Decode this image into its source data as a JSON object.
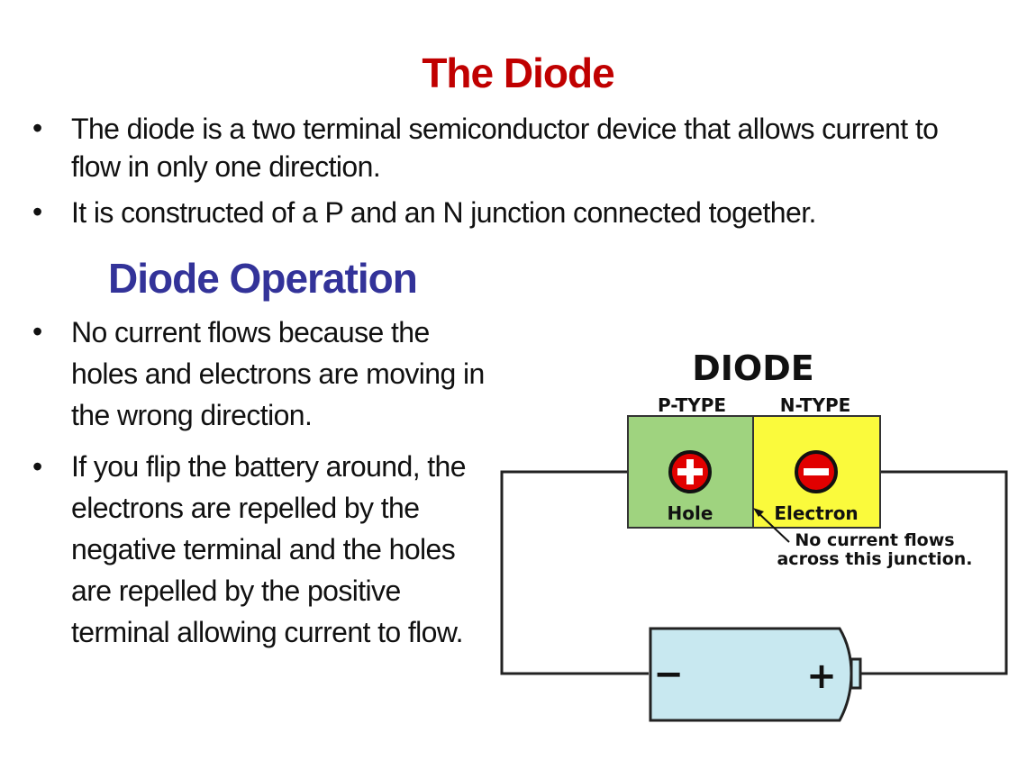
{
  "title": "The Diode",
  "intro": {
    "bullets": [
      [
        "The diode is a two terminal semiconductor device that allows current to",
        "flow in only one direction."
      ],
      [
        "It is constructed of a P and an N junction connected together."
      ]
    ]
  },
  "operation": {
    "heading": "Diode Operation",
    "bullets": [
      [
        "No current flows because the",
        "holes and electrons are moving in",
        "the wrong direction."
      ],
      [
        "If you flip the battery around, the",
        "electrons are repelled by the",
        "negative terminal and the holes",
        "are repelled by the positive",
        "terminal allowing current to flow."
      ]
    ]
  },
  "bullet_glyph": "•",
  "diagram": {
    "title": "DIODE",
    "p_label": "P-TYPE",
    "n_label": "N-TYPE",
    "hole_label": "Hole",
    "electron_label": "Electron",
    "note_line1": "No current flows",
    "note_line2": "across this junction.",
    "minus": "−",
    "plus": "+",
    "colors": {
      "p_region": "#9fd37f",
      "n_region": "#fafa3c",
      "charge": "#e10000",
      "battery": "#c8e8f0"
    }
  }
}
